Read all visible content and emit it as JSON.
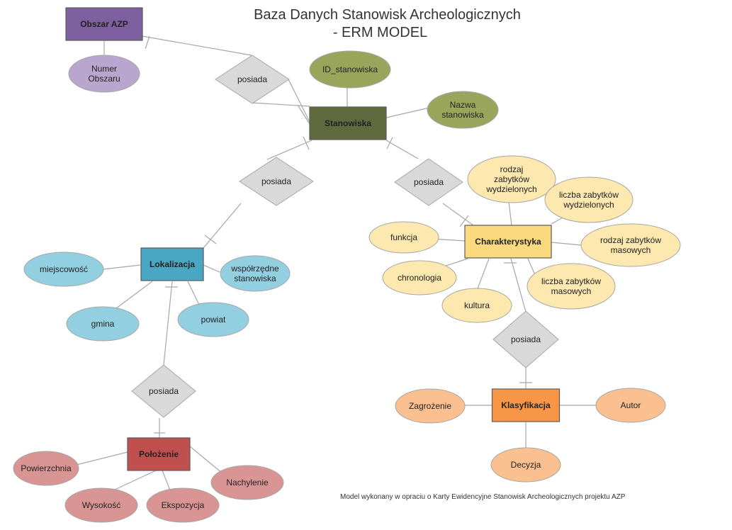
{
  "title": {
    "line1": "Baza Danych Stanowisk Archeologicznych",
    "line2": "- ERM MODEL"
  },
  "note": "Model wykonany w opraciu o Karty Ewidencyjne Stanowisk Archeologicznych projektu AZP",
  "colors": {
    "obszar": "#7e5fa0",
    "obszar_attr": "#b8a6cf",
    "stanowiska": "#5f6b3e",
    "stanowiska_attr": "#9aa55c",
    "lokalizacja": "#4aa7c3",
    "lokalizacja_attr": "#92cfe0",
    "polozenie": "#c0504d",
    "polozenie_attr": "#d99594",
    "charakterystyka": "#fbd97e",
    "charakterystyka_attr": "#fde8b0",
    "klasyfikacja": "#f79646",
    "klasyfikacja_attr": "#fac08f",
    "relationship": "#d9d9d9",
    "line": "#a6a6a6"
  },
  "entities": {
    "obszar": "Obszar AZP",
    "stanowiska": "Stanowiska",
    "lokalizacja": "Lokalizacja",
    "polozenie": "Położenie",
    "charakterystyka": "Charakterystyka",
    "klasyfikacja": "Klasyfikacja"
  },
  "relationships": {
    "r1": "posiada",
    "r2": "posiada",
    "r3": "posiada",
    "r4": "posiada",
    "r5": "posiada"
  },
  "attributes": {
    "numer_obszaru": [
      "Numer",
      "Obszaru"
    ],
    "id_stanowiska": [
      "ID_stanowiska"
    ],
    "nazwa_stanowiska": [
      "Nazwa",
      "stanowiska"
    ],
    "miejscowosc": [
      "miejscowość"
    ],
    "wspolrzedne": [
      "współrzędne",
      "stanowiska"
    ],
    "gmina": [
      "gmina"
    ],
    "powiat": [
      "powiat"
    ],
    "powierzchnia": [
      "Powierzchnia"
    ],
    "wysokosc": [
      "Wysokość"
    ],
    "ekspozycja": [
      "Ekspozycja"
    ],
    "nachylenie": [
      "Nachylenie"
    ],
    "rodzaj_wydz": [
      "rodzaj",
      "zabytków",
      "wydzielonych"
    ],
    "liczba_wydz": [
      "liczba zabytków",
      "wydzielonych"
    ],
    "funkcja": [
      "funkcja"
    ],
    "rodzaj_mas": [
      "rodzaj zabytków",
      "masowych"
    ],
    "chronologia": [
      "chronologia"
    ],
    "liczba_mas": [
      "liczba zabytków",
      "masowych"
    ],
    "kultura": [
      "kultura"
    ],
    "zagrozenie": [
      "Zagrożenie"
    ],
    "autor": [
      "Autor"
    ],
    "decyzja": [
      "Decyzja"
    ]
  }
}
